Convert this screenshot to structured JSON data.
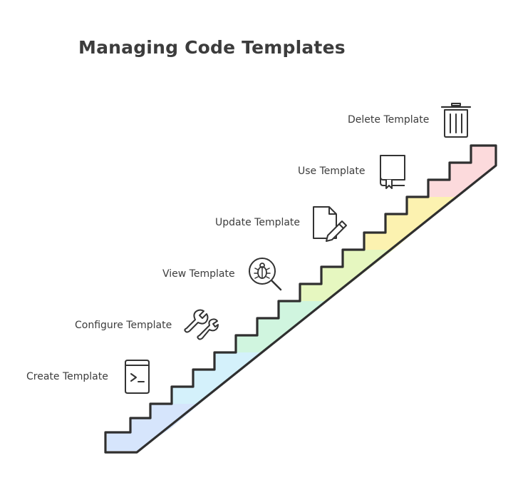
{
  "title": "Managing Code Templates",
  "steps": [
    {
      "label": "Create Template",
      "icon": "terminal-book-icon",
      "color": "#cfe0fb"
    },
    {
      "label": "Configure Template",
      "icon": "wrench-icon",
      "color": "#cdeefa"
    },
    {
      "label": "View Template",
      "icon": "bug-search-icon",
      "color": "#c8f3d9"
    },
    {
      "label": "Update Template",
      "icon": "document-edit-icon",
      "color": "#e2f6b5"
    },
    {
      "label": "Use Template",
      "icon": "book-icon",
      "color": "#fbf0a2"
    },
    {
      "label": "Delete Template",
      "icon": "trash-icon",
      "color": "#fbd3d6"
    }
  ]
}
